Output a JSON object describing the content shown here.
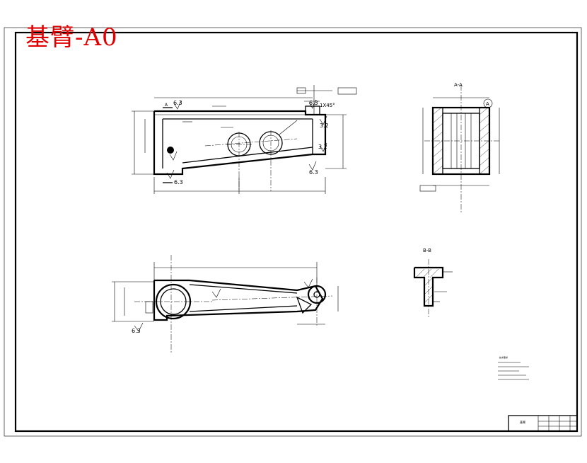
{
  "drawing": {
    "title": "基臂-A0",
    "section_aa_label": "A-A",
    "section_bb_label": "B-B",
    "view_marker_a": "A",
    "datum_a": "A",
    "surface_finish": [
      "6.3",
      "3.2"
    ],
    "chamfer_note": "1X45°",
    "notes_heading": "技术要求",
    "title_block_name": "基臂"
  }
}
